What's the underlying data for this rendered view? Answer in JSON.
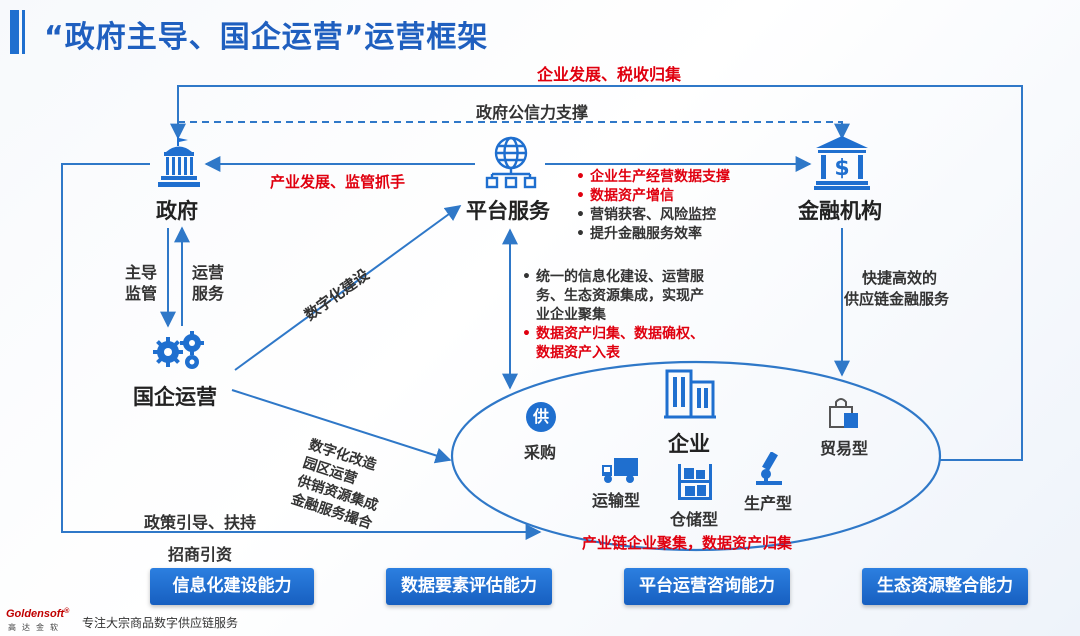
{
  "title": "“政府主导、国企运营”运营框架",
  "top_flow": "企业发展、税收归集",
  "credit_line": "政府公信力支撑",
  "nodes": {
    "gov": "政府",
    "platform": "平台服务",
    "finance": "金融机构",
    "soe": "国企运营"
  },
  "gov_to_platform": "产业发展、监管抓手",
  "gov_left": [
    "主导",
    "监管"
  ],
  "gov_right": [
    "运营",
    "服务"
  ],
  "digital": "数字化建设",
  "platform_to_finance": [
    {
      "text": "企业生产经营数据支撑",
      "color": "red"
    },
    {
      "text": "数据资产增信",
      "color": "red"
    },
    {
      "text": "营销获客、风险监控",
      "color": "black"
    },
    {
      "text": "提升金融服务效率",
      "color": "black"
    }
  ],
  "platform_down": [
    {
      "text": "统一的信息化建设、运营服",
      "color": "black"
    },
    {
      "text": "务、生态资源集成，实现产",
      "color": "cont"
    },
    {
      "text": "业企业聚集",
      "color": "cont"
    },
    {
      "text": "数据资产归集、数据确权、",
      "color": "red"
    },
    {
      "text": "数据资产入表",
      "color": "redcont"
    }
  ],
  "finance_down": [
    "快捷高效的",
    "供应链金融服务"
  ],
  "soe_to_enterprise": [
    "数字化改造",
    "园区运营",
    "供销资源集成",
    "金融服务撮合"
  ],
  "policy": "政策引导、扶持",
  "invest": "招商引资",
  "ellipse": {
    "purchase_icon": "供",
    "purchase": "采购",
    "enterprise": "企业",
    "trade": "贸易型",
    "transport": "运输型",
    "warehouse": "仓储型",
    "production": "生产型",
    "bottom": "产业链企业聚集，数据资产归集"
  },
  "capabilities": [
    "信息化建设能力",
    "数据要素评估能力",
    "平台运营咨询能力",
    "生态资源整合能力"
  ],
  "footer": {
    "logo": "Goldensoft",
    "logo_mark": "®",
    "logo_cn": "高达金软",
    "slogan": "专注大宗商品数字供应链服务"
  },
  "colors": {
    "accent": "#1f6fcf",
    "line": "#2f78c8",
    "red": "#e0000f"
  }
}
